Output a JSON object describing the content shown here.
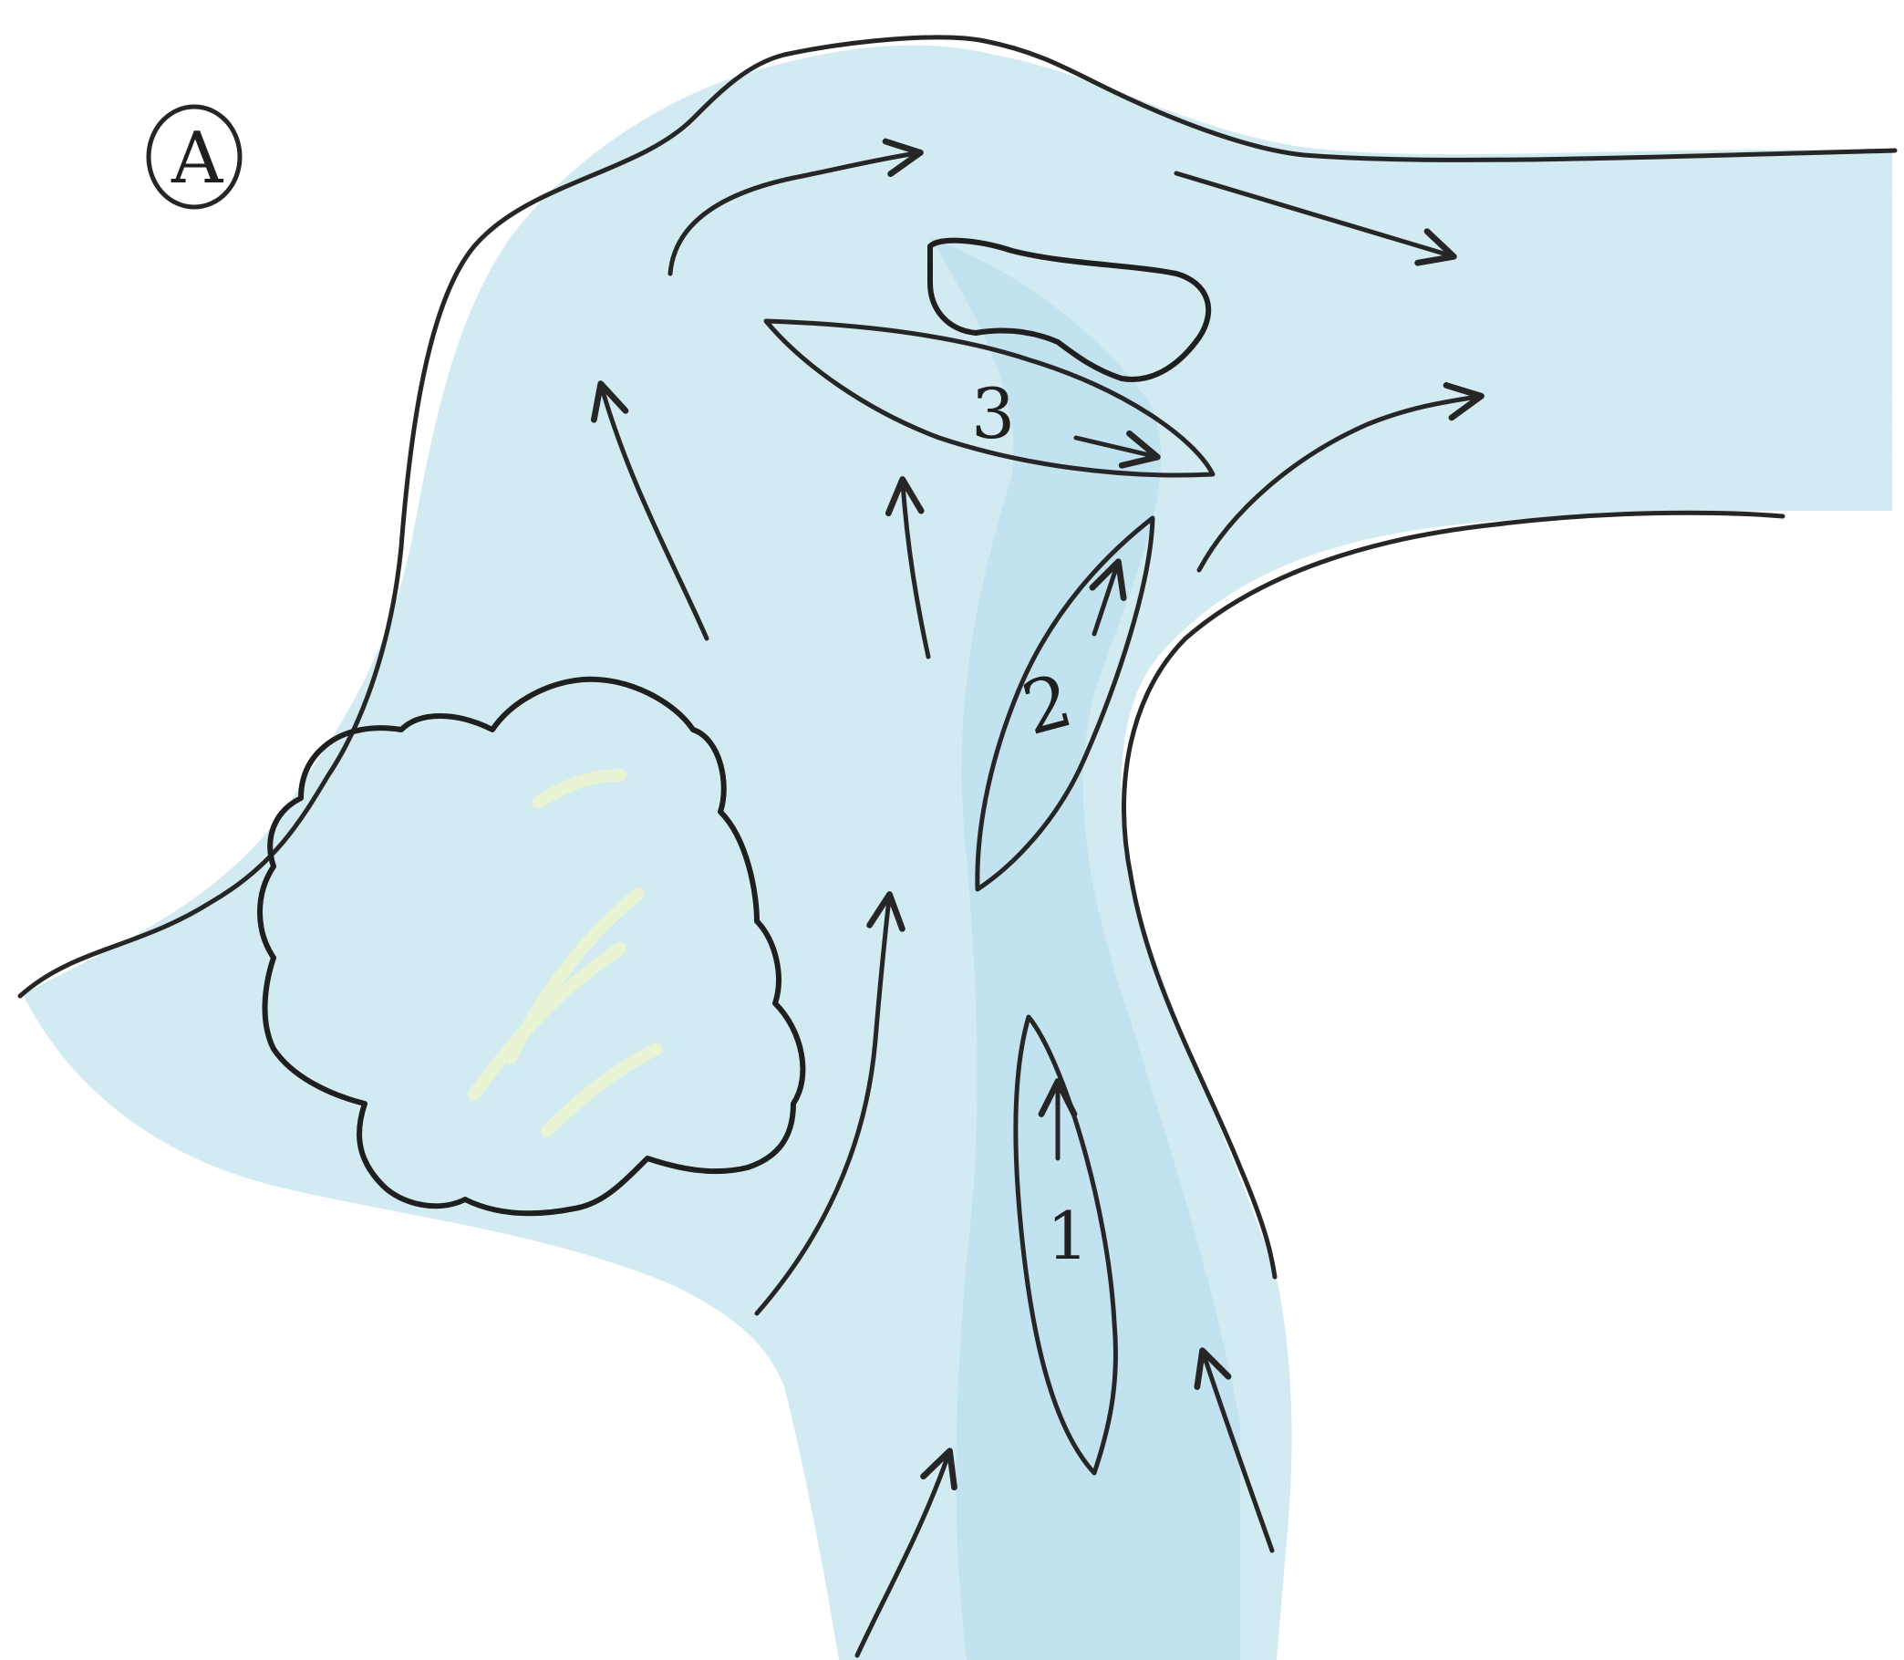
{
  "diagram": {
    "panel_label": "A",
    "boats": [
      {
        "id": "boat-1",
        "label": "1"
      },
      {
        "id": "boat-2",
        "label": "2"
      },
      {
        "id": "boat-3",
        "label": "3"
      }
    ],
    "colors": {
      "water": "#cfe8f0",
      "water_deep": "#a9d6e6",
      "rock": "#c9df7a",
      "rock_highlight": "#e3f0b0",
      "boat": "#d96a95",
      "ink": "#262626",
      "paper": "#ffffff"
    }
  }
}
